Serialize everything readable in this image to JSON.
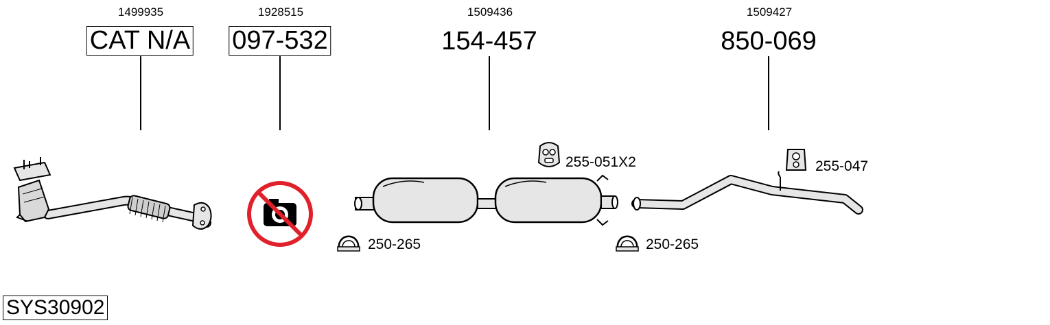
{
  "system_code": "SYS30902",
  "parts": [
    {
      "id": "1499935",
      "code": "CAT N/A",
      "boxed": true,
      "icon": "catalytic-converter-with-flex-pipe"
    },
    {
      "id": "1928515",
      "code": "097-532",
      "boxed": true,
      "icon": "no-photo-icon"
    },
    {
      "id": "1509436",
      "code": "154-457",
      "boxed": false,
      "icon": "middle-silencer-twin-box"
    },
    {
      "id": "1509427",
      "code": "850-069",
      "boxed": false,
      "icon": "tail-pipe"
    }
  ],
  "accessories": [
    {
      "code": "255-051X2",
      "icon": "rubber-hanger-icon"
    },
    {
      "code": "250-265",
      "icon": "pipe-clamp-icon"
    },
    {
      "code": "250-265",
      "icon": "pipe-clamp-icon"
    },
    {
      "code": "255-047",
      "icon": "rubber-hanger-icon"
    }
  ],
  "colors": {
    "line": "#000000",
    "part_fill": "#e6e6e6",
    "no_photo_red": "#e0202a"
  }
}
